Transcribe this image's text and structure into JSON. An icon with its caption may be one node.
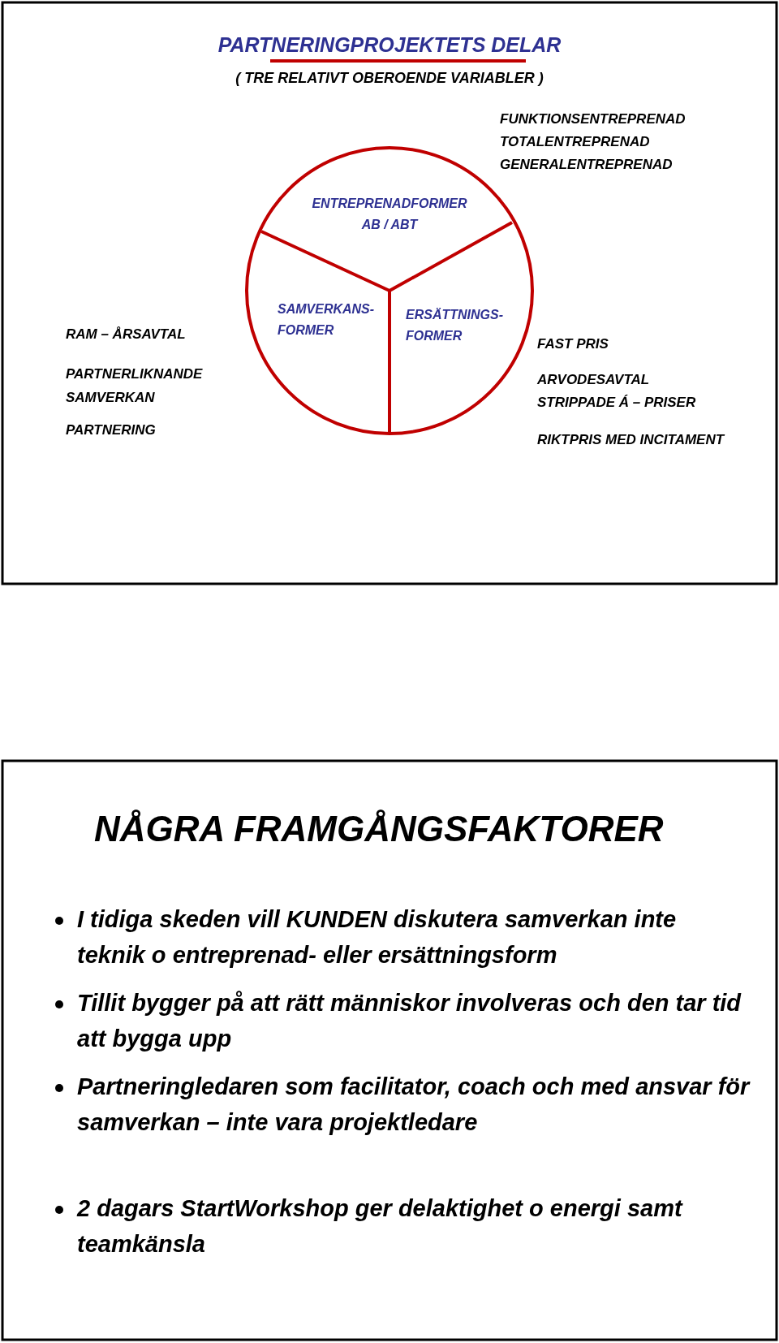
{
  "diagram": {
    "title": "PARTNERINGPROJEKTETS DELAR",
    "nodes": [
      {
        "text": [
          "ENTREPRENADFORMER AB / ABT"
        ]
      },
      {
        "text": [
          "SAMVERKANS- FORMER"
        ]
      },
      {
        "text": [
          "ERSÄTTNINGS- FORMER"
        ]
      }
    ],
    "labels": [
      "( TRE RELATIVT OBEROENDE VARIABLER )",
      "FUNKTIONSENTREPRENAD",
      "TOTALENTREPRENAD",
      "GENERALENTREPRENAD",
      "RAM – ÅRSAVTAL",
      "PARTNERLIKNANDE SAMVERKAN",
      "PARTNERING",
      "FAST PRIS",
      "ARVODESAVTAL",
      "STRIPPADE Á – PRISER",
      "RIKTPRIS MED INCITAMENT",
      "NÅGRA FRAMGÅNGSFAKTORER",
      "I tidiga skeden vill **KUNDEN** diskutera samverkan inte teknik o entreprenad- eller ersättningsform",
      "Tillit bygger på att rätt människor involveras och den tar tid att bygga upp",
      "Partneringledaren som facilitator, coach och med ansvar för samverkan – inte vara projektledare",
      "2 dagars StartWorkshop ger delaktighet o energi samt teamkänsla"
    ]
  }
}
